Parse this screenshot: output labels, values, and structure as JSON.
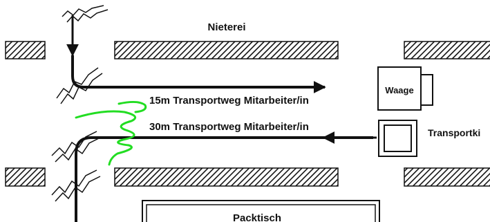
{
  "diagram": {
    "labels": {
      "nieterei": "Nieterei",
      "waage": "Waage",
      "transportweg_top": "15m Transportweg Mitarbeiter/in",
      "transportweg_bottom": "30m Transportweg Mitarbeiter/in",
      "transportki": "Transportki",
      "packtisch": "Packtisch"
    },
    "colors": {
      "line": "#111111",
      "annotation": "#22dd22",
      "background": "#ffffff"
    }
  }
}
